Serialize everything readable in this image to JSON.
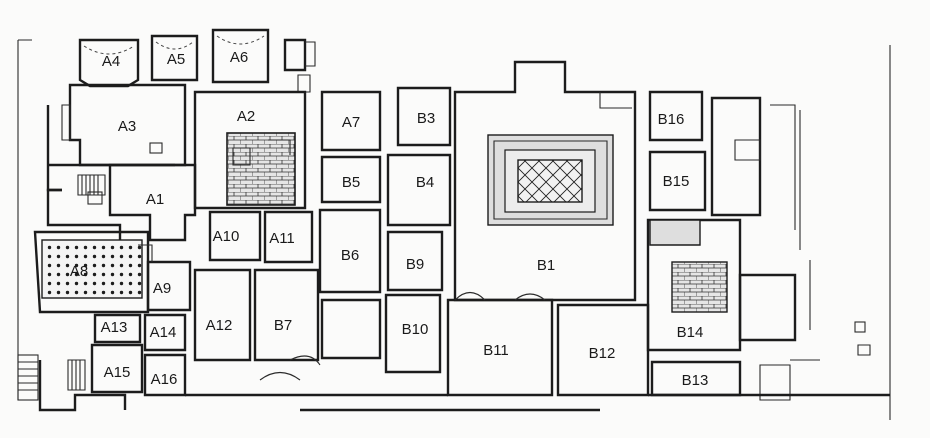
{
  "rooms": {
    "a1": "A1",
    "a2": "A2",
    "a3": "A3",
    "a4": "A4",
    "a5": "A5",
    "a6": "A6",
    "a7": "A7",
    "a8": "A8",
    "a9": "A9",
    "a10": "A10",
    "a11": "A11",
    "a12": "A12",
    "a13": "A13",
    "a14": "A14",
    "a15": "A15",
    "a16": "A16",
    "b1": "B1",
    "b3": "B3",
    "b4": "B4",
    "b5": "B5",
    "b6": "B6",
    "b7": "B7",
    "b9": "B9",
    "b10": "B10",
    "b11": "B11",
    "b12": "B12",
    "b13": "B13",
    "b14": "B14",
    "b15": "B15",
    "b16": "B16"
  },
  "colors": {
    "line": "#1c1c1c",
    "background": "#fbfbfa"
  }
}
